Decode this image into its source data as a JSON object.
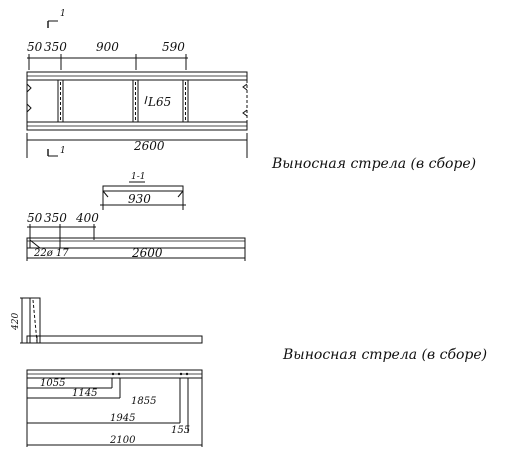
{
  "caption_top": "Выносная стрела (в сборе)",
  "caption_bottom": "Выносная стрела (в сборе)",
  "plan": {
    "section_mark_top": "1",
    "section_mark_bottom": "1",
    "dims_top": [
      "50",
      "350",
      "900",
      "590"
    ],
    "angle_label": "L65",
    "overall": "2600"
  },
  "section": {
    "label": "1-1",
    "width": "930"
  },
  "elevation": {
    "dims_top": [
      "50",
      "350",
      "400"
    ],
    "holes_label": "22ø 17",
    "overall": "2600"
  },
  "side": {
    "height": "420"
  },
  "bottom_plan": {
    "dims": [
      "1055",
      "1145",
      "1855",
      "1945",
      "155",
      "2100"
    ]
  }
}
